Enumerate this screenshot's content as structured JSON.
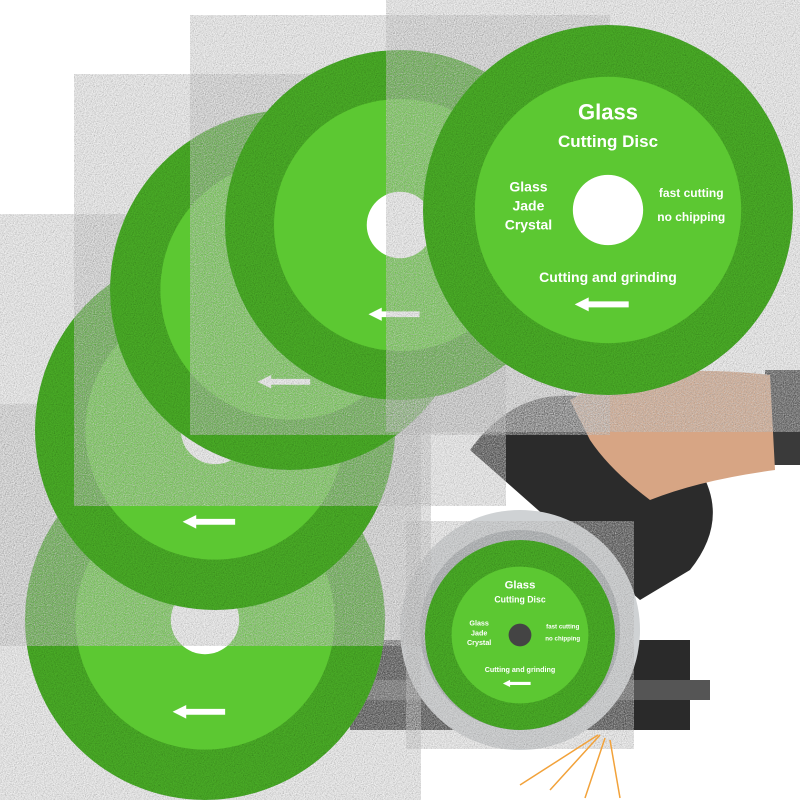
{
  "product": {
    "disc_title_line1": "Glass",
    "disc_title_line2": "Cutting Disc",
    "materials": [
      "Glass",
      "Jade",
      "Crystal"
    ],
    "features": [
      "fast cutting",
      "no chipping"
    ],
    "usage": "Cutting and grinding",
    "disc_color": "#5cc832",
    "disc_ring_color": "#4fb82a",
    "arrow_icon": "arrow-left-icon"
  }
}
